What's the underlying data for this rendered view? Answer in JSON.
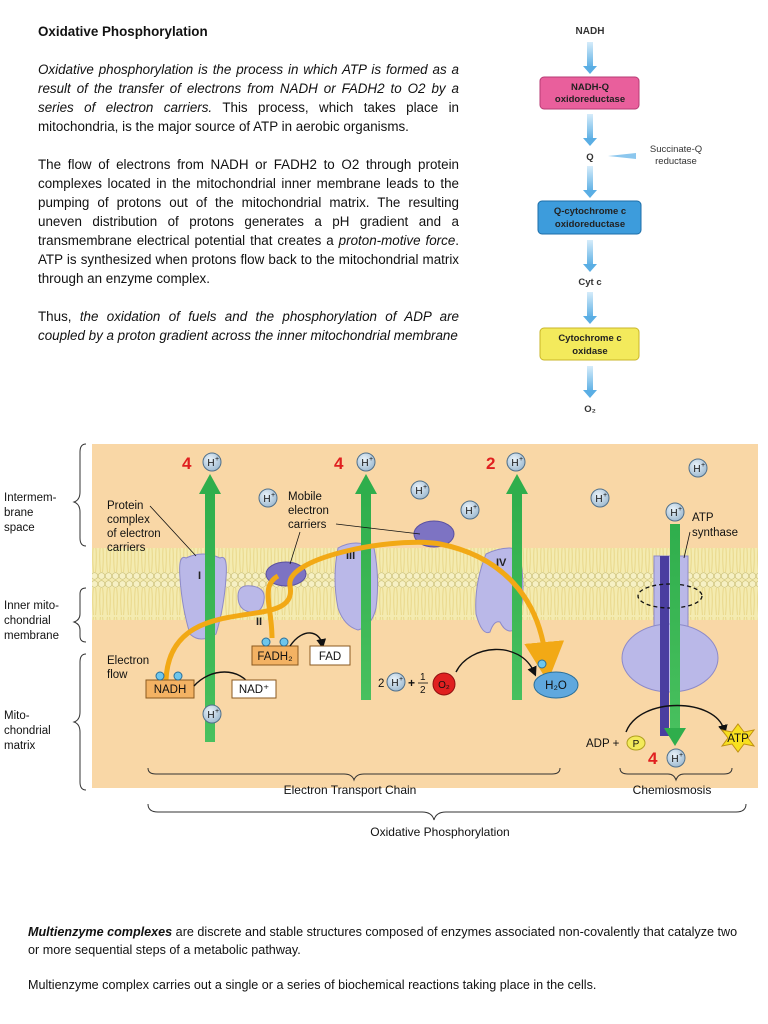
{
  "document": {
    "title": "Oxidative Phosphorylation",
    "p1_italic": "Oxidative phosphorylation is the process in which ATP is formed as a result of the transfer of electrons from NADH or FADH2 to O2 by a series of electron carriers.",
    "p1_rest": " This process, which takes place in mitochondria, is the major source of ATP in aerobic organisms.",
    "p2_a": "The flow of electrons from NADH or FADH2 to O2 through protein complexes located in the mitochondrial inner membrane leads to the pumping of protons out of the mitochondrial matrix. The resulting uneven distribution of protons generates a pH gradient and a transmembrane electrical potential that creates a ",
    "p2_italic": "proton-motive force",
    "p2_b": ". ATP is synthesized when protons flow back to the mitochondrial matrix through an enzyme complex.",
    "p3_a": "Thus, ",
    "p3_italic": "the oxidation of fuels and the phosphorylation of ADP are coupled by a proton gradient across the inner mitochondrial membrane"
  },
  "flowchart": {
    "nadh": "NADH",
    "complex1_l1": "NADH-Q",
    "complex1_l2": "oxidoreductase",
    "q": "Q",
    "succ_l1": "Succinate-Q",
    "succ_l2": "reductase",
    "complex3_l1": "Q-cytochrome c",
    "complex3_l2": "oxidoreductase",
    "cytc": "Cyt c",
    "complex4_l1": "Cytochrome c",
    "complex4_l2": "oxidase",
    "o2": "O₂",
    "colors": {
      "pink": "#e0609a",
      "blue": "#3a9ad8",
      "yellow": "#f3ea5a",
      "arrow": "#6ab8e8"
    }
  },
  "diagram": {
    "region_ims": [
      "Intermem-",
      "brane",
      "space"
    ],
    "region_imm": [
      "Inner mito-",
      "chondrial",
      "membrane"
    ],
    "region_matrix": [
      "Mito-",
      "chondrial",
      "matrix"
    ],
    "protein_label": [
      "Protein",
      "complex",
      "of electron",
      "carriers"
    ],
    "mobile_label": [
      "Mobile",
      "electron",
      "carriers"
    ],
    "electron_flow": [
      "Electron",
      "flow"
    ],
    "atp_synthase": [
      "ATP",
      "synthase"
    ],
    "hplus": "H⁺",
    "counts": [
      "4",
      "4",
      "2",
      "4"
    ],
    "complexes": [
      "I",
      "II",
      "III",
      "IV"
    ],
    "nadh": "NADH",
    "nad": "NAD⁺",
    "fadh2": "FADH₂",
    "fad": "FAD",
    "two": "2",
    "o2": "O₂",
    "h2o": "H₂O",
    "adp": "ADP +",
    "p": "P",
    "atp": "ATP",
    "etc": "Electron Transport Chain",
    "chemiosmosis": "Chemiosmosis",
    "oxphos": "Oxidative Phosphorylation",
    "colors": {
      "background": "#f8d6a6",
      "membrane": "#f2e7a5",
      "protein": "#b9b7e6",
      "mobile": "#7d73c3",
      "green": "#2fae4c",
      "flow": "#f2a915",
      "red": "#e02020"
    }
  },
  "bottom": {
    "p1_bold": "Multienzyme complexes",
    "p1_rest": " are discrete and stable structures composed of enzymes associated non-covalently that catalyze two or more sequential steps of a metabolic pathway.",
    "p2": "Multienzyme complex carries out a single or a series of biochemical reactions taking place in the cells."
  }
}
